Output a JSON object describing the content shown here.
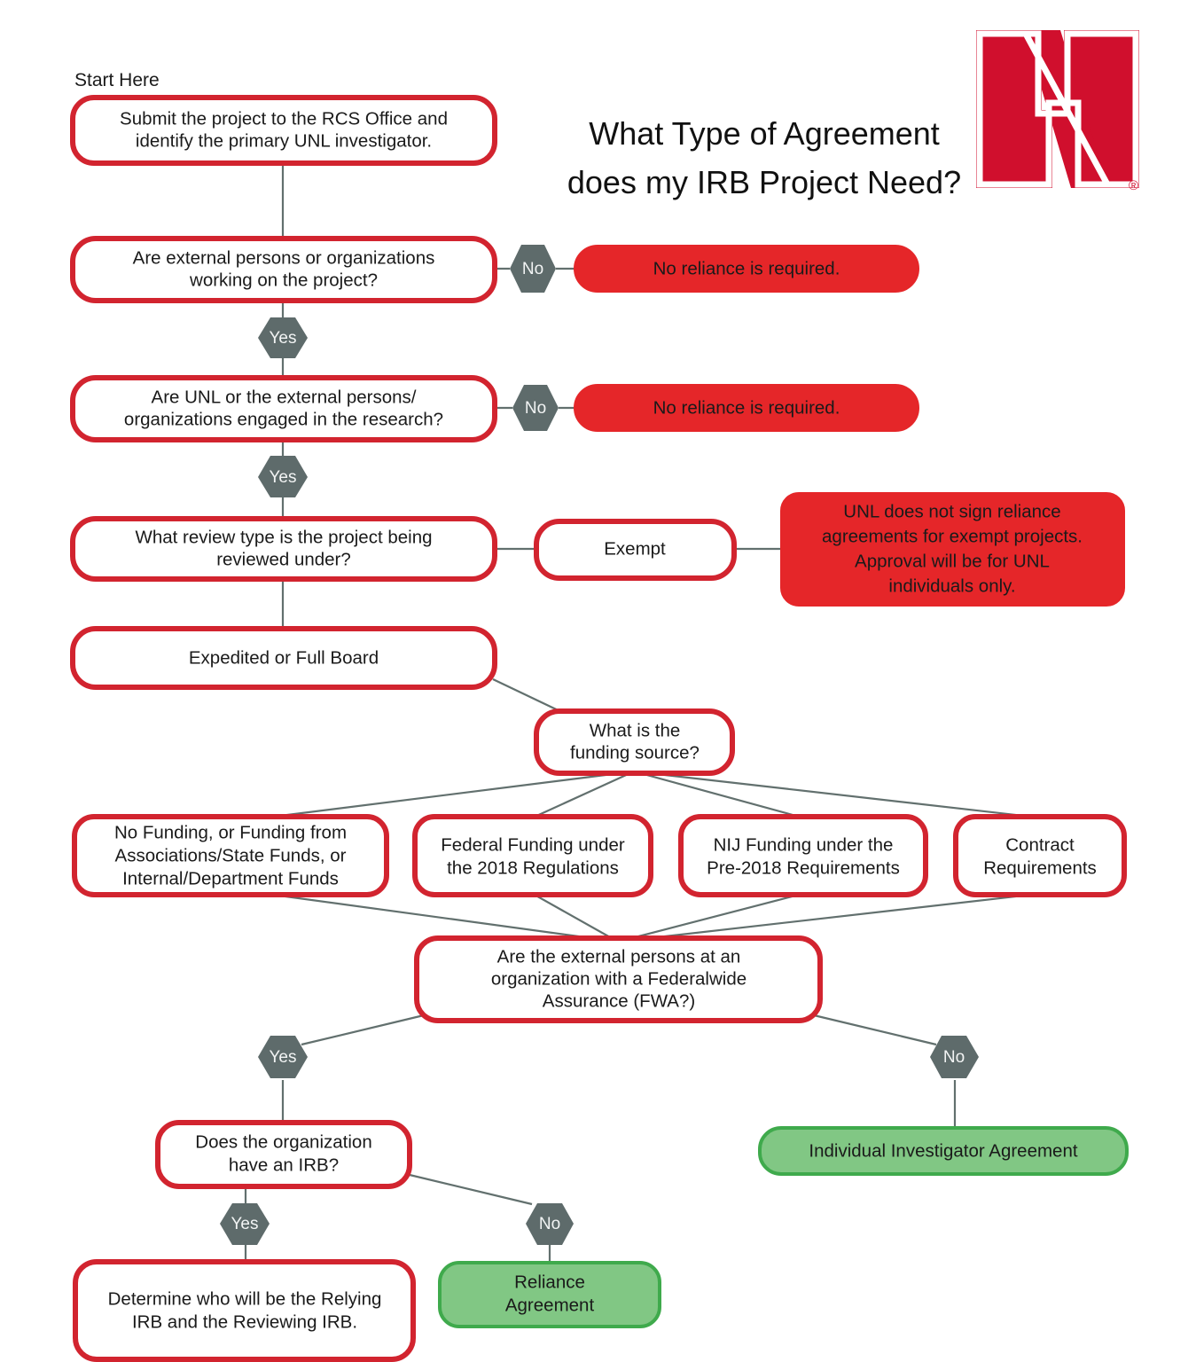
{
  "page": {
    "title_line1": "What Type of Agreement",
    "title_line2": "does my IRB Project Need?",
    "start_label": "Start Here",
    "logo_letter": "N",
    "logo_registered": "®",
    "colors": {
      "crimson_border": "#d2242f",
      "red_fill": "#e52629",
      "green_fill": "#81c784",
      "green_border": "#3faa4c",
      "hex_gray": "#5e6b6b",
      "edge_gray": "#62706e",
      "logo_red": "#d00f2d"
    }
  },
  "nodes": {
    "submit": {
      "line1": "Submit the project to the RCS Office and",
      "line2": "identify the primary UNL investigator.",
      "style": "white"
    },
    "external_persons": {
      "line1": "Are external persons or organizations",
      "line2": "working on the project?",
      "style": "white"
    },
    "no_reliance_1": {
      "line1": "No reliance is required.",
      "style": "red-pill"
    },
    "engaged": {
      "line1": "Are UNL or the external persons/",
      "line2": "organizations engaged in the research?",
      "style": "white"
    },
    "no_reliance_2": {
      "line1": "No reliance is required.",
      "style": "red-pill"
    },
    "review_type": {
      "line1": "What review type is the project being",
      "line2": "reviewed under?",
      "style": "white"
    },
    "exempt": {
      "line1": "Exempt",
      "style": "white"
    },
    "exempt_result": {
      "line1": "UNL does not sign reliance",
      "line2": "agreements for exempt projects.",
      "line3": "Approval will be for UNL",
      "line4": "individuals only.",
      "style": "red"
    },
    "expedited": {
      "line1": "Expedited or Full Board",
      "style": "white"
    },
    "funding_source": {
      "line1": "What is the",
      "line2": "funding source?",
      "style": "white"
    },
    "no_funding": {
      "line1": "No Funding, or Funding from",
      "line2": "Associations/State Funds, or",
      "line3": "Internal/Department Funds",
      "style": "white"
    },
    "federal_funding": {
      "line1": "Federal Funding under",
      "line2": "the 2018 Regulations",
      "style": "white"
    },
    "nij_funding": {
      "line1": "NIJ Funding under the",
      "line2": "Pre-2018 Requirements",
      "style": "white"
    },
    "contract": {
      "line1": "Contract",
      "line2": "Requirements",
      "style": "white"
    },
    "fwa": {
      "line1": "Are the external persons at an",
      "line2": "organization with a Federalwide",
      "line3": "Assurance (FWA?)",
      "style": "white"
    },
    "individual_agreement": {
      "line1": "Individual Investigator Agreement",
      "style": "green"
    },
    "org_irb": {
      "line1": "Does the organization",
      "line2": "have an IRB?",
      "style": "white"
    },
    "reliance_agreement": {
      "line1": "Reliance",
      "line2": "Agreement",
      "style": "green"
    },
    "determine": {
      "line1": "Determine who will be the Relying",
      "line2": "IRB and the Reviewing IRB.",
      "style": "white"
    }
  },
  "decisions": {
    "no_1": "No",
    "yes_1": "Yes",
    "no_2": "No",
    "yes_2": "Yes",
    "yes_fwa": "Yes",
    "no_fwa": "No",
    "yes_irb": "Yes",
    "no_irb": "No"
  }
}
